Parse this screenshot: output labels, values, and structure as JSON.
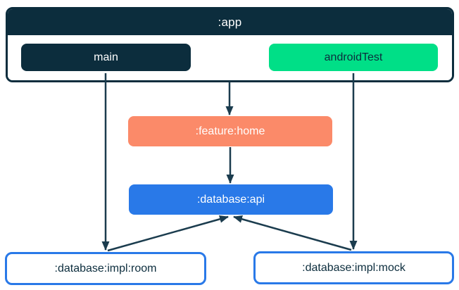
{
  "colors": {
    "navy": "#0C2D3D",
    "green": "#00DF87",
    "coral": "#FB8A69",
    "blue": "#2979E8",
    "arrow": "#1B3C4E"
  },
  "app_container": {
    "title": ":app",
    "source_sets": [
      {
        "id": "main",
        "label": "main"
      },
      {
        "id": "androidTest",
        "label": "androidTest"
      }
    ]
  },
  "modules": [
    {
      "id": "feature-home",
      "label": ":feature:home"
    },
    {
      "id": "database-api",
      "label": ":database:api"
    },
    {
      "id": "database-impl-room",
      "label": ":database:impl:room"
    },
    {
      "id": "database-impl-mock",
      "label": ":database:impl:mock"
    }
  ],
  "edges": [
    {
      "from": ":app:main",
      "to": ":database:impl:room"
    },
    {
      "from": ":app",
      "to": ":feature:home"
    },
    {
      "from": ":app:androidTest",
      "to": ":database:impl:mock"
    },
    {
      "from": ":feature:home",
      "to": ":database:api"
    },
    {
      "from": ":database:impl:room",
      "to": ":database:api"
    },
    {
      "from": ":database:impl:mock",
      "to": ":database:api"
    }
  ]
}
